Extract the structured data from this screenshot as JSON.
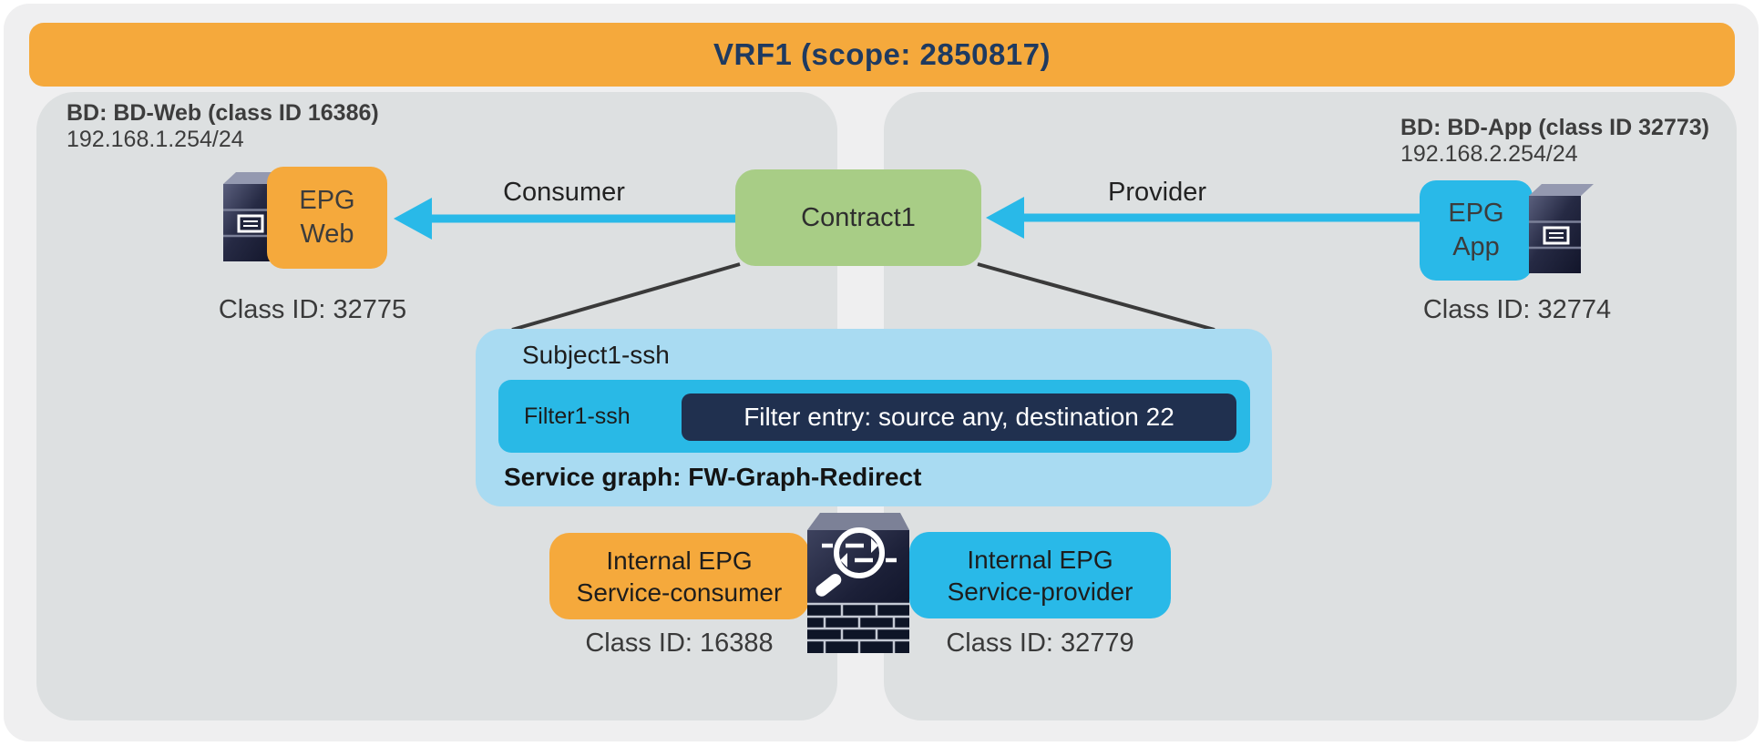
{
  "vrf": {
    "label": "VRF1 (scope: 2850817)"
  },
  "bd_web": {
    "title": "BD: BD-Web (class ID 16386)",
    "subnet": "192.168.1.254/24"
  },
  "bd_app": {
    "title": "BD: BD-App (class ID 32773)",
    "subnet": "192.168.2.254/24"
  },
  "epg_web": {
    "line1": "EPG",
    "line2": "Web",
    "class_id": "Class ID: 32775"
  },
  "epg_app": {
    "line1": "EPG",
    "line2": "App",
    "class_id": "Class ID: 32774"
  },
  "contract": {
    "label": "Contract1"
  },
  "edges": {
    "consumer": "Consumer",
    "provider": "Provider"
  },
  "subject": {
    "title": "Subject1-ssh",
    "filter": "Filter1-ssh",
    "entry": "Filter entry: source any, destination 22",
    "service_graph": "Service graph: FW-Graph-Redirect"
  },
  "service_nodes": {
    "consumer": {
      "line1": "Internal EPG",
      "line2": "Service-consumer",
      "class_id": "Class ID: 16388"
    },
    "provider": {
      "line1": "Internal EPG",
      "line2": "Service-provider",
      "class_id": "Class ID: 32779"
    }
  },
  "icons": {
    "web_server": "server-icon",
    "app_server": "server-icon",
    "firewall": "firewall-redirect-icon"
  },
  "colors": {
    "frame": "#efeff0",
    "bd_fill": "#dde0e1",
    "orange": "#f5a93c",
    "cyan": "#29b9e8",
    "green": "#a8cd86",
    "subject_blue": "#a9dbf2",
    "entry_navy": "#20304f",
    "title_navy": "#1f3a60",
    "connector_black": "#3a3a3a"
  }
}
